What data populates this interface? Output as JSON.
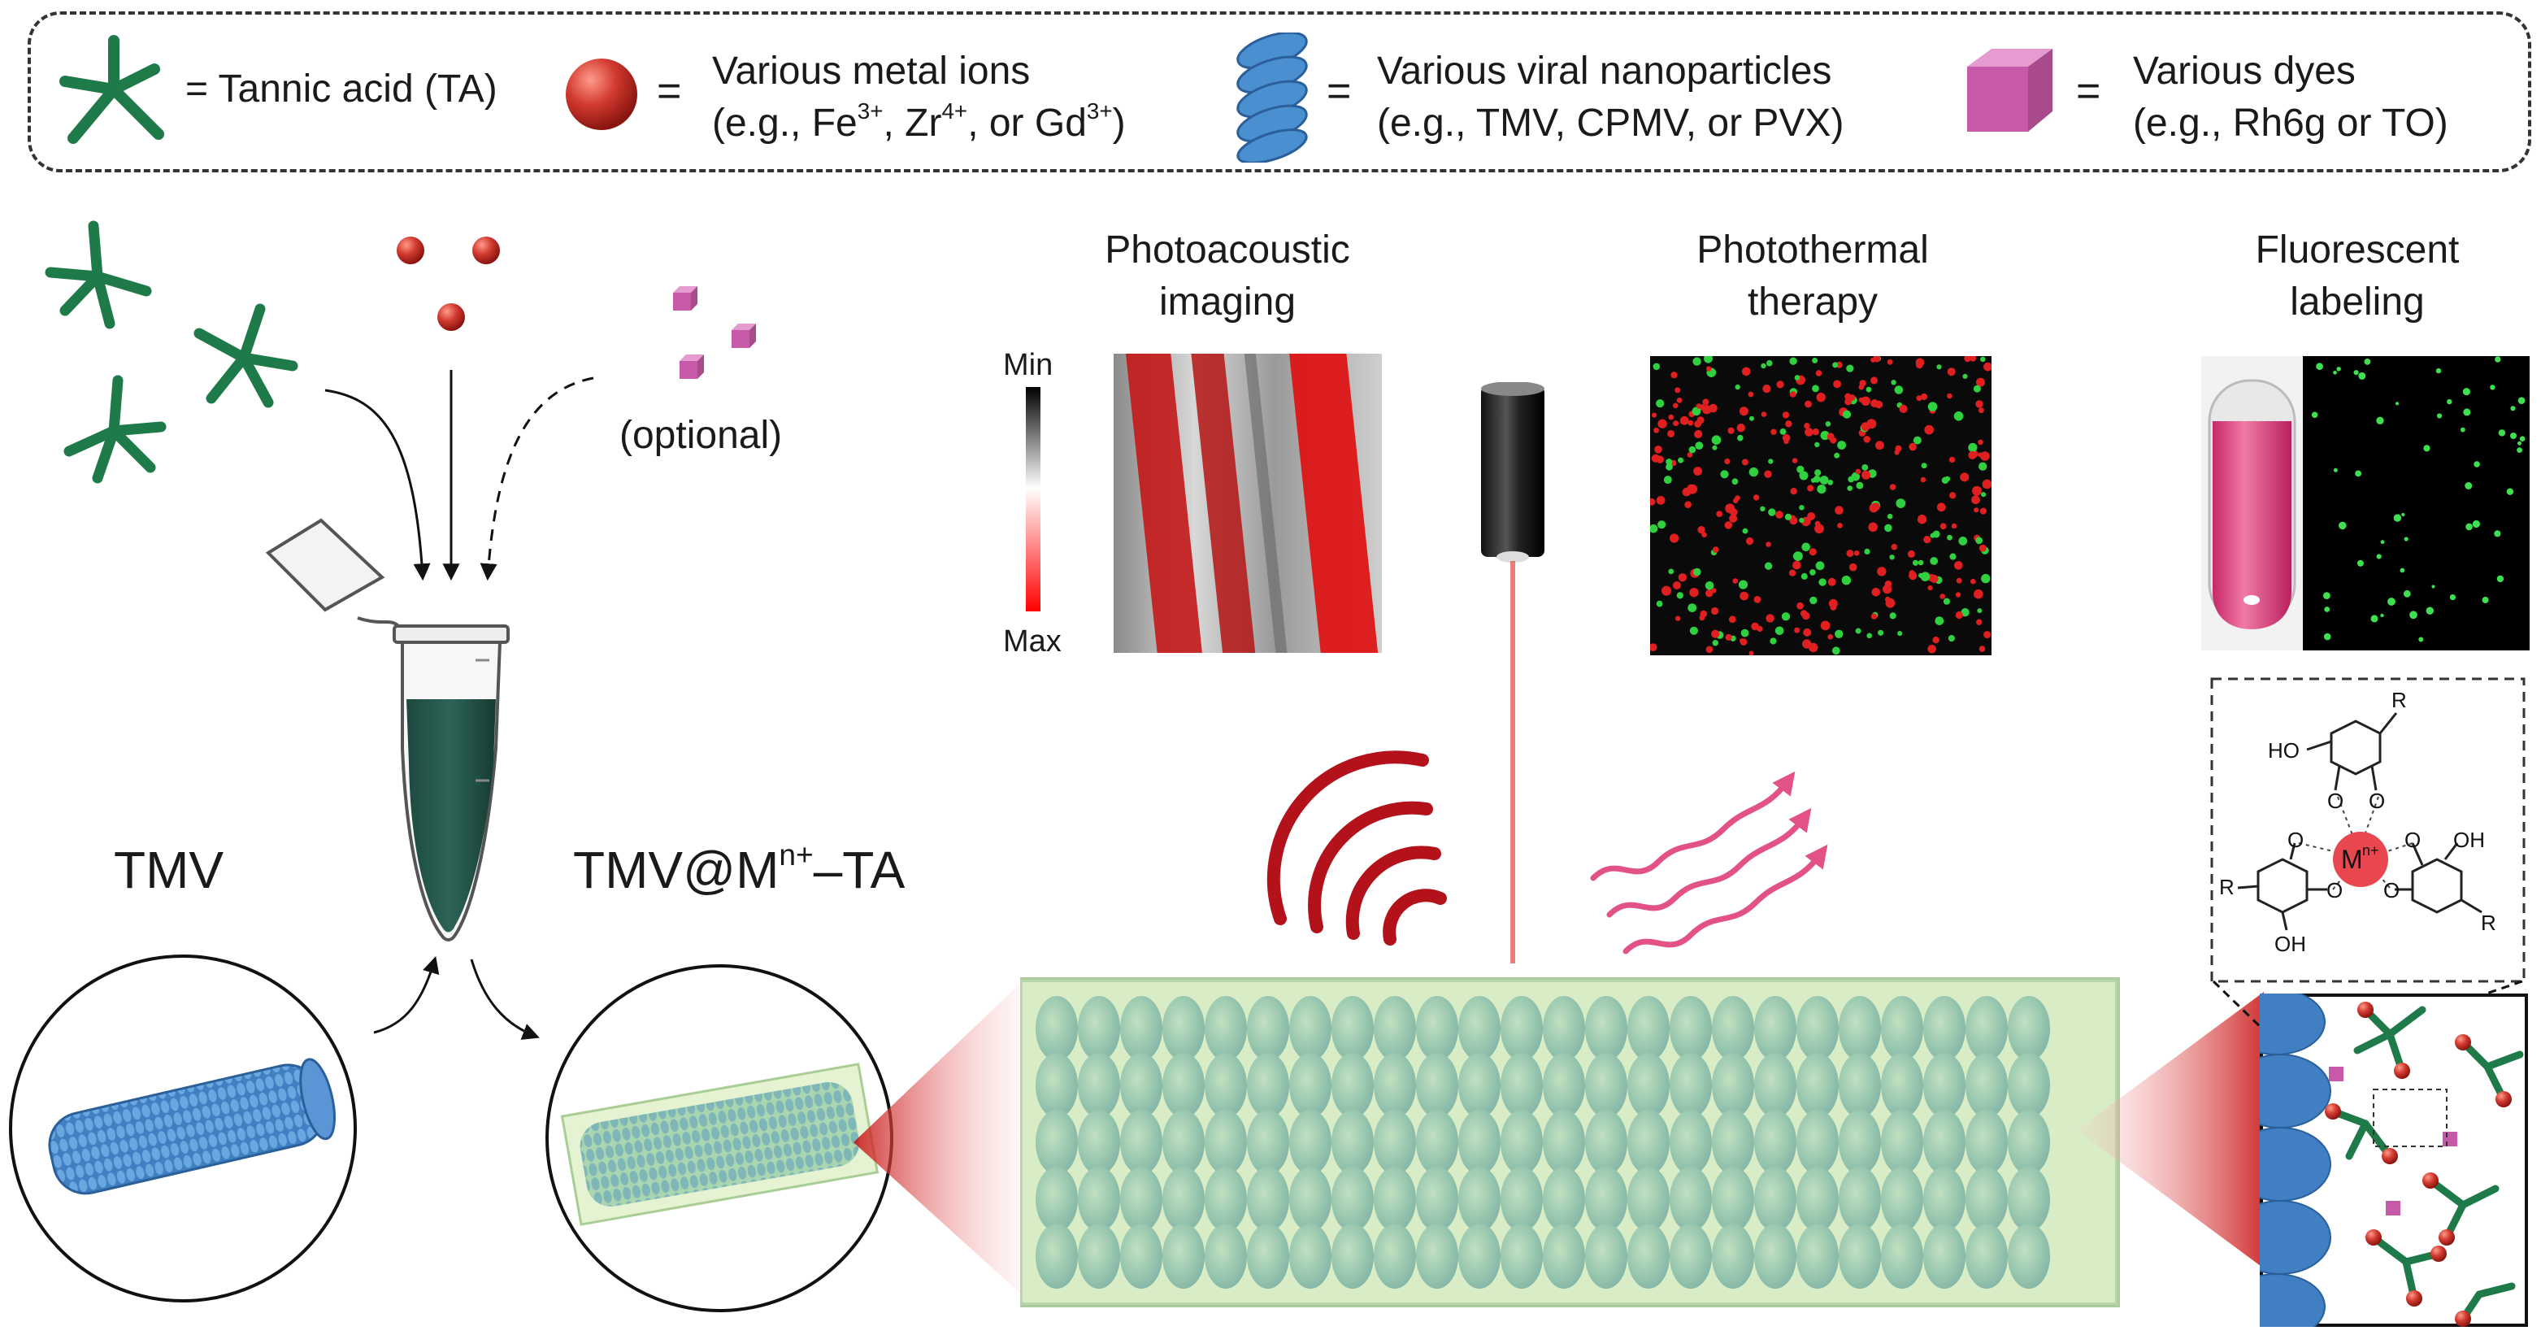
{
  "legend": {
    "tannic_acid": "= Tannic acid (TA)",
    "metal_eq": "=",
    "metal_line1": "Various metal ions",
    "metal_line2_a": "(e.g., Fe",
    "metal_fe_sup": "3+",
    "metal_line2_b": ", Zr",
    "metal_zr_sup": "4+",
    "metal_line2_c": ", or Gd",
    "metal_gd_sup": "3+",
    "metal_line2_d": ")",
    "viral_eq": "=",
    "viral_line1": "Various viral nanoparticles",
    "viral_line2": "(e.g., TMV, CPMV, or PVX)",
    "dye_eq": "=",
    "dye_line1": "Various dyes",
    "dye_line2": "(e.g., Rh6g or TO)"
  },
  "synthesis": {
    "optional_label": "(optional)",
    "tmv_label": "TMV",
    "product_label_a": "TMV@M",
    "product_label_sup": "n+",
    "product_label_b": "–TA"
  },
  "applications": {
    "photoacoustic_line1": "Photoacoustic",
    "photoacoustic_line2": "imaging",
    "scale_min": "Min",
    "scale_max": "Max",
    "photothermal_line1": "Photothermal",
    "photothermal_line2": "therapy",
    "fluorescent_line1": "Fluorescent",
    "fluorescent_line2": "labeling"
  },
  "chemistry": {
    "ho_top": "HO",
    "r_top": "R",
    "metal_center": "M",
    "metal_sup": "n+",
    "oh_right": "OH",
    "r_left": "R",
    "oh_bottom": "OH",
    "r_right": "R",
    "o_label": "O"
  },
  "colors": {
    "ta_green": "#1f7a4a",
    "metal_red": "#c0302a",
    "virus_blue": "#4a8fd0",
    "dye_pink": "#c75aa8",
    "coating_green": "#cfe8b0",
    "laser_red": "#e0605a",
    "heat_pink": "#e0407a"
  }
}
